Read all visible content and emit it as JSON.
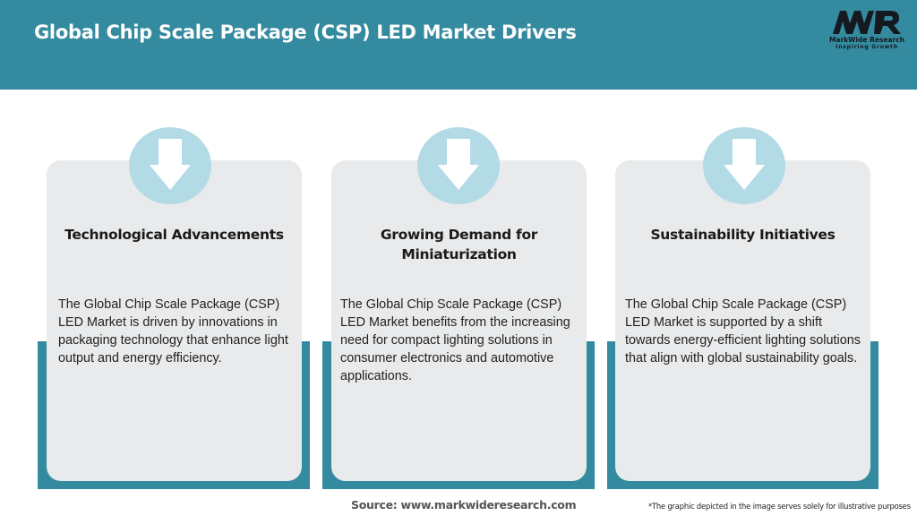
{
  "header": {
    "title": "Global Chip Scale Package (CSP) LED Market Drivers",
    "background_color": "#348a9f"
  },
  "logo": {
    "mark": "MWR",
    "name": "MarkWide Research",
    "tagline": "Inspiring Growth"
  },
  "cards": [
    {
      "icon": "arrow-down-icon",
      "title": "Technological Advancements",
      "text_lines": [
        "The Global Chip Scale Package (CSP)",
        "LED Market is driven by innovations in",
        "packaging technology that enhance light",
        "output and energy efficiency."
      ]
    },
    {
      "icon": "arrow-down-icon",
      "title_lines": [
        "Growing Demand for",
        "Miniaturization"
      ],
      "text_lines": [
        "The Global Chip Scale Package (CSP)",
        "LED Market benefits from the increasing",
        "need for compact lighting solutions in",
        "consumer electronics and automotive",
        "applications."
      ]
    },
    {
      "icon": "arrow-down-icon",
      "title": "Sustainability Initiatives",
      "text_lines": [
        "The Global Chip Scale Package (CSP)",
        "LED Market is supported by a shift",
        "towards energy-efficient lighting solutions",
        "that align with global sustainability goals."
      ]
    }
  ],
  "colors": {
    "accent": "#348a9f",
    "card_bg": "#e8eaec",
    "circle": "#b2dbe6"
  },
  "footer": {
    "source": "Source: www.markwideresearch.com",
    "disclaimer": "*The graphic depicted in the image serves solely for illustrative purposes"
  }
}
